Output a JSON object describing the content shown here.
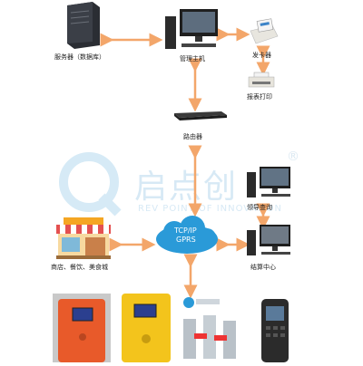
{
  "nodes": {
    "server": {
      "label": "服务器（数据库）",
      "icon": "server-tower-icon"
    },
    "management_host": {
      "label": "管理主机",
      "icon": "desktop-computer-icon"
    },
    "card_issuer": {
      "label": "发卡器",
      "icon": "card-reader-icon"
    },
    "report_print": {
      "label": "报表打印",
      "icon": "printer-icon"
    },
    "router": {
      "label": "路由器",
      "icon": "router-icon"
    },
    "top_up_query": {
      "label": "领导查询",
      "icon": "desktop-computer-icon"
    },
    "settlement_center": {
      "label": "结算中心",
      "icon": "desktop-computer-icon"
    },
    "shops": {
      "label": "商店、餐饮、美食城",
      "icon": "storefront-icon"
    },
    "network_cloud": {
      "line1": "TCP/IP",
      "line2": "GPRS"
    }
  },
  "terminals": [
    {
      "name": "orange-card-terminal",
      "color": "#e85a2a"
    },
    {
      "name": "yellow-card-terminal",
      "color": "#f3c41c"
    },
    {
      "name": "turnstile-gates",
      "color": "#c0c6cc"
    },
    {
      "name": "handheld-pos",
      "color": "#2b2b2b"
    }
  ],
  "watermark": {
    "brand": "启点创",
    "registered": "®",
    "tagline": "REV POINT OF INNOVATION"
  },
  "colors": {
    "arrow": "#f3a66a",
    "cloud": "#2a9ad8",
    "watermark": "#cfe6f4"
  }
}
